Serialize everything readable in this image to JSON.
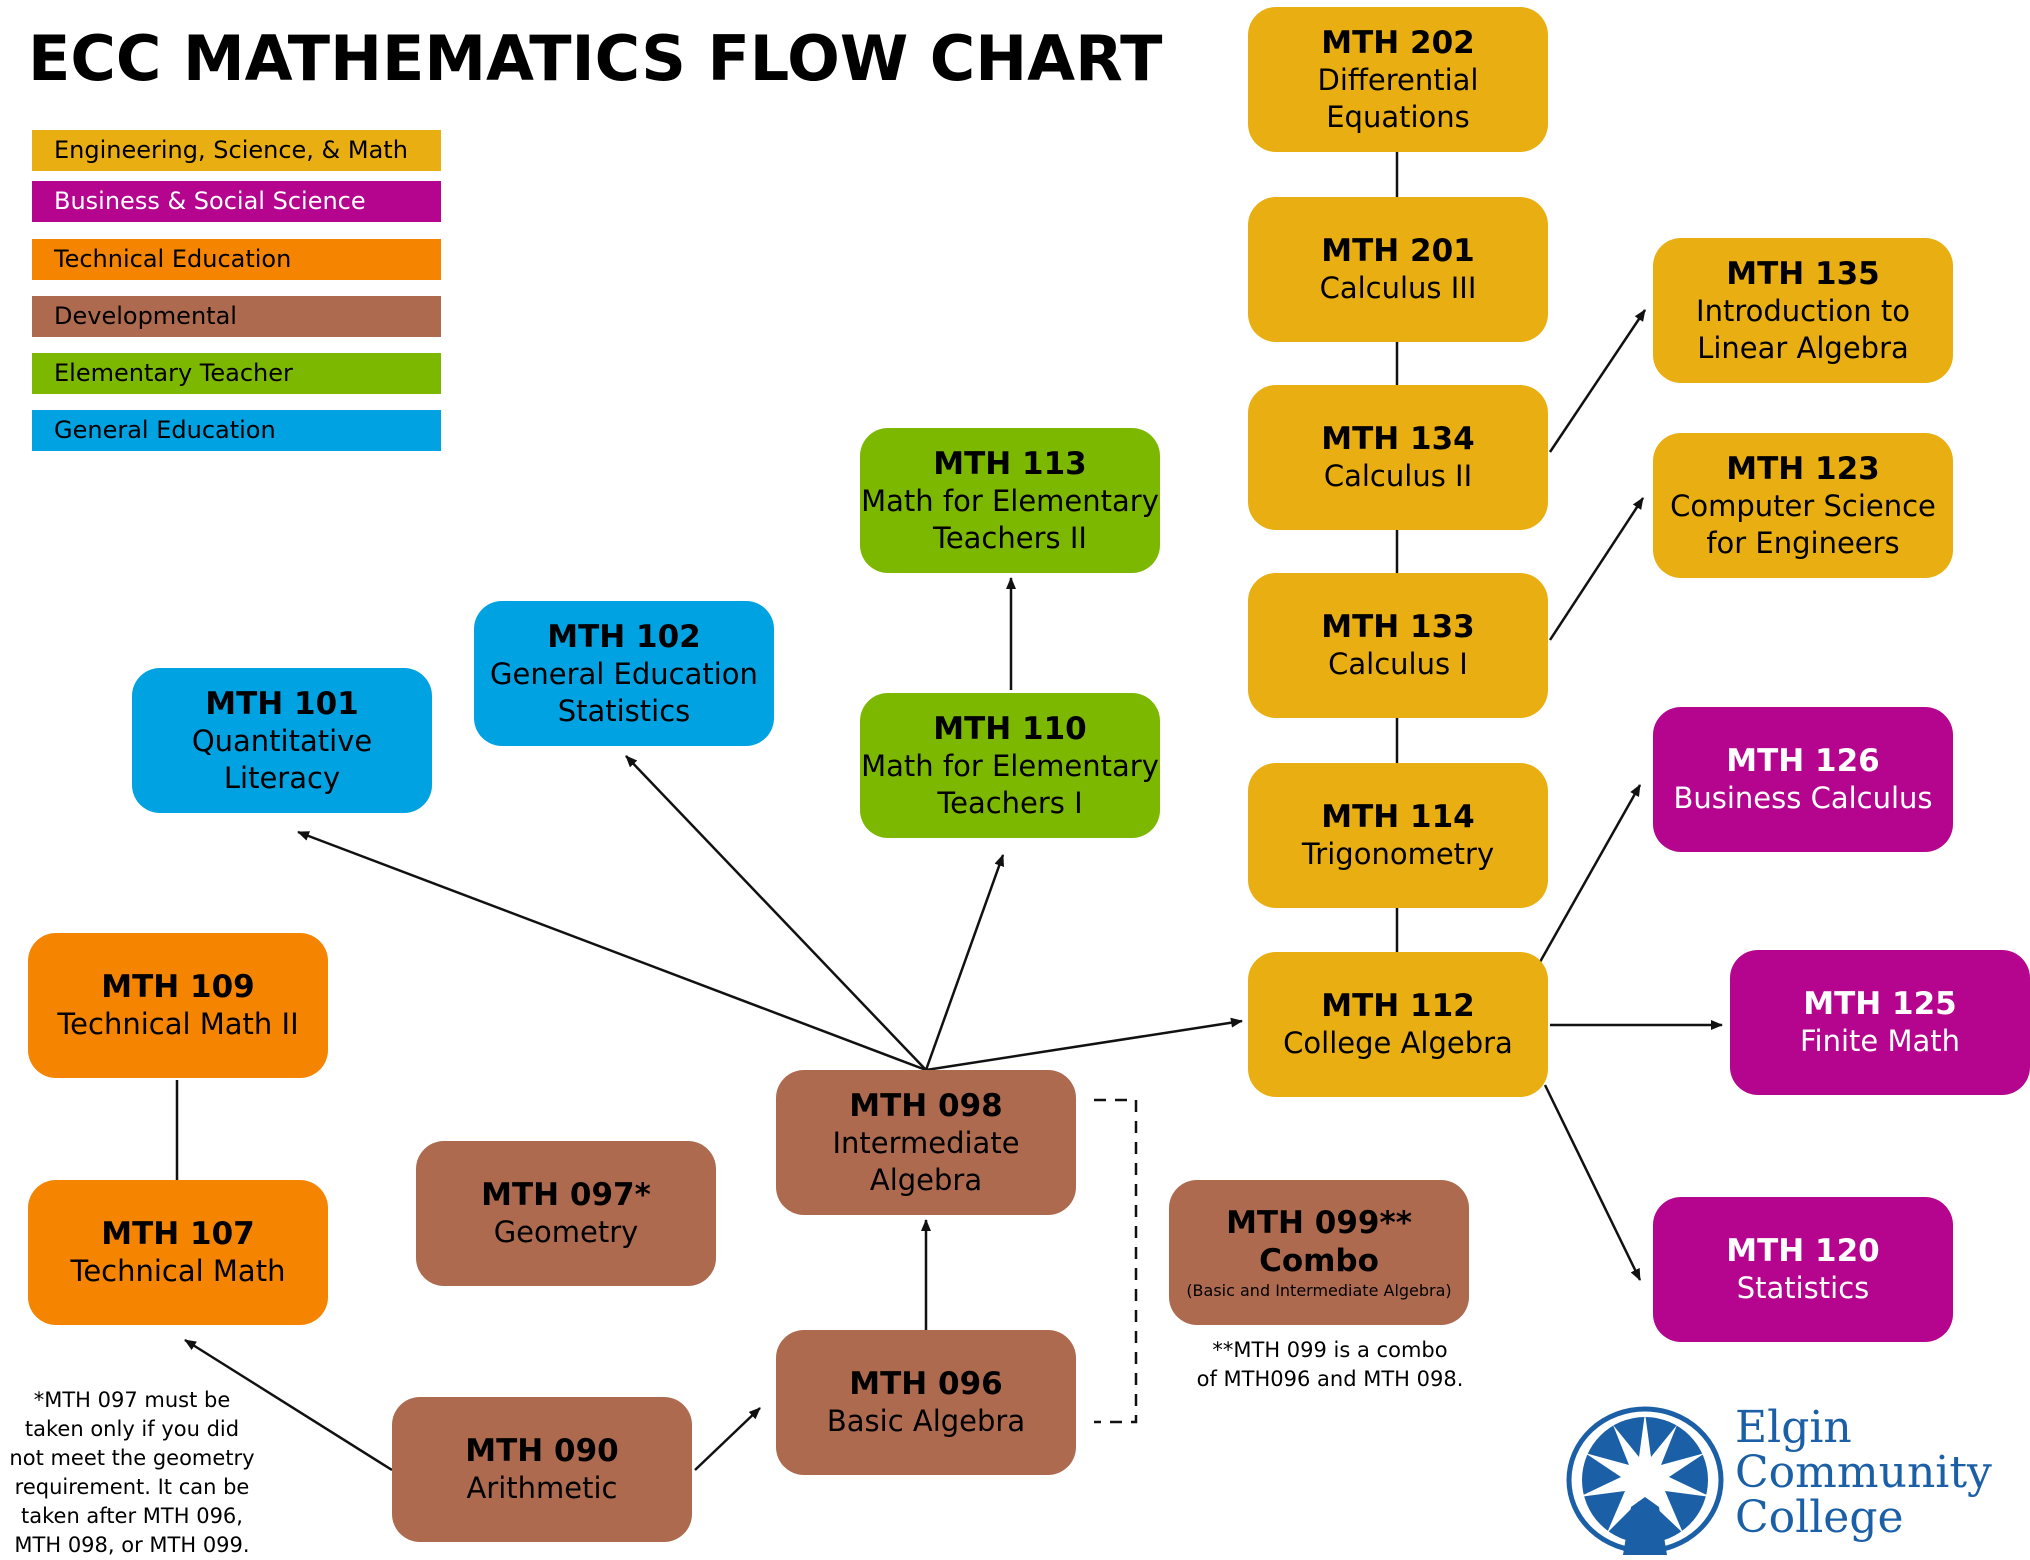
{
  "title": "ECC MATHEMATICS FLOW CHART",
  "colors": {
    "engineering": "#E9AF12",
    "business": "#B5058F",
    "technical": "#F58400",
    "developmental": "#AE6A4F",
    "elementary": "#7DB800",
    "general": "#00A2E2",
    "logo_blue": "#1B5FA6"
  },
  "legend": [
    {
      "label": "Engineering, Science, & Math",
      "color": "#E9AF12"
    },
    {
      "label": "Business & Social Science",
      "color": "#B5058F"
    },
    {
      "label": "Technical Education",
      "color": "#F58400"
    },
    {
      "label": "Developmental",
      "color": "#AE6A4F"
    },
    {
      "label": "Elementary Teacher",
      "color": "#7DB800"
    },
    {
      "label": "General Education",
      "color": "#00A2E2"
    }
  ],
  "courses": {
    "mth202": {
      "code": "MTH 202",
      "title": "Differential\nEquations"
    },
    "mth201": {
      "code": "MTH 201",
      "title": "Calculus III"
    },
    "mth135": {
      "code": "MTH 135",
      "title": "Introduction to\nLinear Algebra"
    },
    "mth134": {
      "code": "MTH 134",
      "title": "Calculus II"
    },
    "mth123": {
      "code": "MTH 123",
      "title": "Computer Science\nfor Engineers"
    },
    "mth113": {
      "code": "MTH 113",
      "title": "Math for Elementary\nTeachers II"
    },
    "mth133": {
      "code": "MTH 133",
      "title": "Calculus I"
    },
    "mth102": {
      "code": "MTH 102",
      "title": "General Education\nStatistics"
    },
    "mth101": {
      "code": "MTH 101",
      "title": "Quantitative\nLiteracy"
    },
    "mth110": {
      "code": "MTH 110",
      "title": "Math for Elementary\nTeachers I"
    },
    "mth126": {
      "code": "MTH 126",
      "title": "Business Calculus"
    },
    "mth114": {
      "code": "MTH 114",
      "title": "Trigonometry"
    },
    "mth109": {
      "code": "MTH 109",
      "title": "Technical Math II"
    },
    "mth112": {
      "code": "MTH 112",
      "title": "College Algebra"
    },
    "mth125": {
      "code": "MTH 125",
      "title": "Finite Math"
    },
    "mth098": {
      "code": "MTH 098",
      "title": "Intermediate\nAlgebra"
    },
    "mth097": {
      "code": "MTH 097*",
      "title": "Geometry"
    },
    "mth099": {
      "code": "MTH 099**",
      "title": "Combo",
      "subtitle": "(Basic and Intermediate Algebra)"
    },
    "mth107": {
      "code": "MTH 107",
      "title": "Technical Math"
    },
    "mth120": {
      "code": "MTH 120",
      "title": "Statistics"
    },
    "mth096": {
      "code": "MTH 096",
      "title": "Basic Algebra"
    },
    "mth090": {
      "code": "MTH 090",
      "title": "Arithmetic"
    }
  },
  "notes": {
    "mth099_note": "**MTH 099 is a combo\nof MTH096 and MTH 098.",
    "mth097_note": "*MTH 097 must be\ntaken only if you did\nnot meet the geometry\nrequirement. It can be\ntaken after MTH 096,\nMTH 098, or MTH 099."
  },
  "logo": {
    "text": "Elgin\nCommunity\nCollege",
    "icon": "ecc-starburst-logo-icon"
  }
}
